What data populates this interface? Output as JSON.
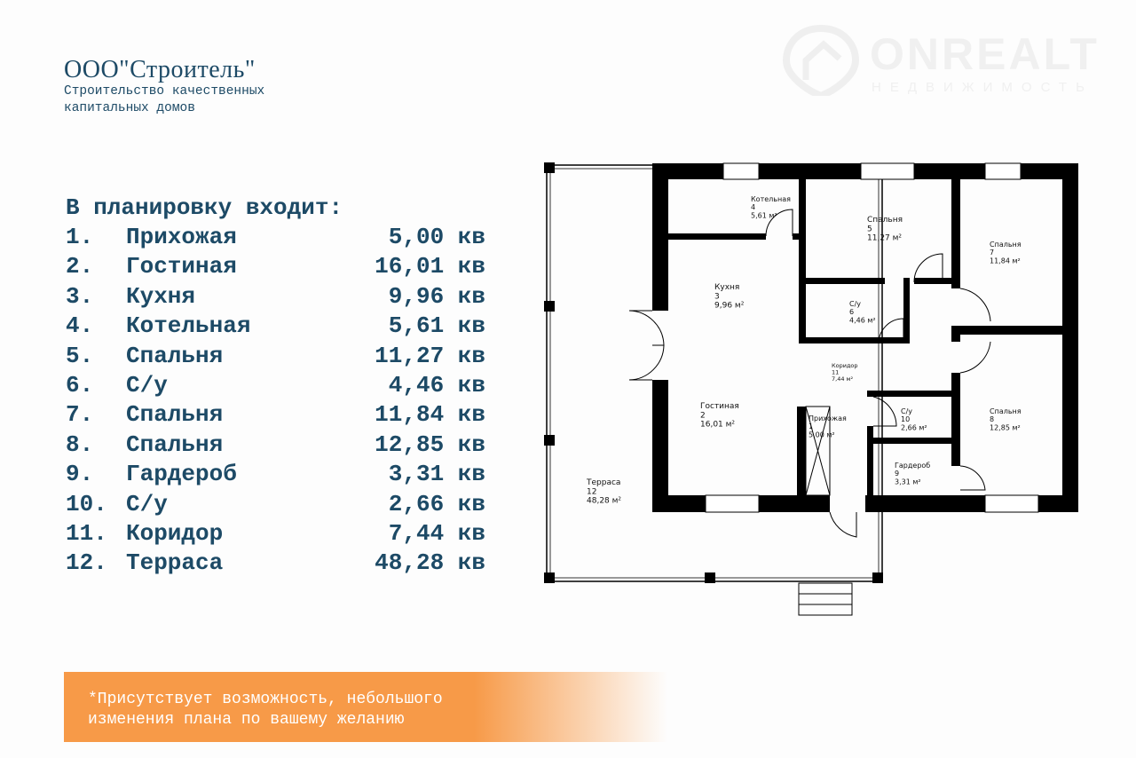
{
  "company": {
    "name": "ООО\"Строитель\"",
    "tagline_1": "Строительство качественных",
    "tagline_2": "капитальных домов"
  },
  "logo": {
    "brand": "ONREALT",
    "subtitle": "НЕДВИЖИМОСТЬ"
  },
  "list": {
    "heading": "В планировку входит:",
    "unit": "кв",
    "items": [
      {
        "num": "1.",
        "label": "Прихожая",
        "value": "5,00 кв"
      },
      {
        "num": "2.",
        "label": "Гостиная",
        "value": "16,01 кв"
      },
      {
        "num": "3.",
        "label": "Кухня",
        "value": "9,96 кв"
      },
      {
        "num": "4.",
        "label": "Котельная",
        "value": "5,61 кв"
      },
      {
        "num": "5.",
        "label": "Спальня",
        "value": "11,27 кв"
      },
      {
        "num": "6.",
        "label": "С/у",
        "value": "4,46 кв"
      },
      {
        "num": "7.",
        "label": "Спальня",
        "value": "11,84 кв"
      },
      {
        "num": "8.",
        "label": "Спальня",
        "value": "12,85 кв"
      },
      {
        "num": "9.",
        "label": "Гардероб",
        "value": "3,31 кв"
      },
      {
        "num": "10.",
        "label": "С/у",
        "value": "2,66 кв"
      },
      {
        "num": "11.",
        "label": "Коридор",
        "value": "7,44 кв"
      },
      {
        "num": "12.",
        "label": "Терраса",
        "value": "48,28 кв"
      }
    ]
  },
  "plan": {
    "rooms": [
      {
        "name": "Прихожая",
        "num": "1",
        "area": "5,00 м²"
      },
      {
        "name": "Гостиная",
        "num": "2",
        "area": "16,01 м²"
      },
      {
        "name": "Кухня",
        "num": "3",
        "area": "9,96 м²"
      },
      {
        "name": "Котельная",
        "num": "4",
        "area": "5,61 м²"
      },
      {
        "name": "Спальня",
        "num": "5",
        "area": "11,27 м²"
      },
      {
        "name": "С/у",
        "num": "6",
        "area": "4,46 м²"
      },
      {
        "name": "Спальня",
        "num": "7",
        "area": "11,84 м²"
      },
      {
        "name": "Спальня",
        "num": "8",
        "area": "12,85 м²"
      },
      {
        "name": "Гардероб",
        "num": "9",
        "area": "3,31 м²"
      },
      {
        "name": "С/у",
        "num": "10",
        "area": "2,66 м²"
      },
      {
        "name": "Коридор",
        "num": "11",
        "area": "7,44 м²"
      },
      {
        "name": "Терраса",
        "num": "12",
        "area": "48,28 м²"
      }
    ]
  },
  "note": {
    "line_1": "*Присутствует возможность, небольшого",
    "line_2": "изменения плана по вашему желанию"
  },
  "colors": {
    "text": "#1d4a66",
    "accent": "#f79a48",
    "wall": "#000000"
  }
}
